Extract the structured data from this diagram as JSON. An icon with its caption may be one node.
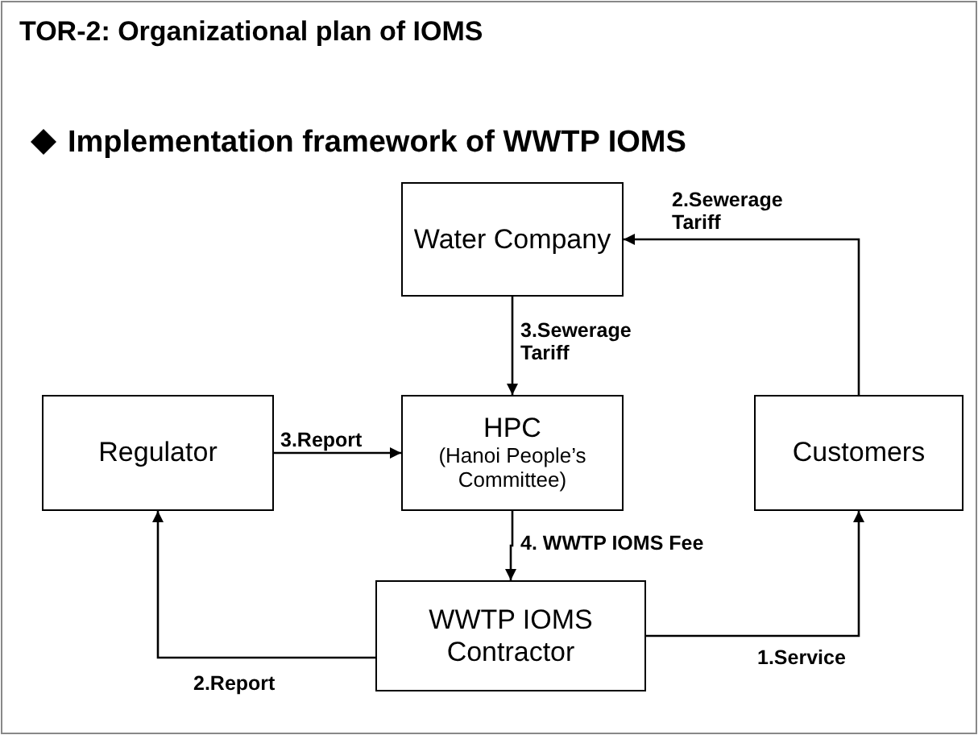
{
  "diagram": {
    "title": "TOR-2: Organizational plan of IOMS",
    "nodes": [
      {
        "text": [
          "Water Company"
        ]
      },
      {
        "text": [
          "HPC",
          "(Hanoi People’s Committee)"
        ]
      },
      {
        "text": [
          "Regulator"
        ]
      },
      {
        "text": [
          "Customers"
        ]
      },
      {
        "text": [
          "WWTP IOMS Contractor"
        ]
      }
    ],
    "edges": [
      {
        "from": 0,
        "to": 1,
        "arrow": "to",
        "label": "3.Sewerage Tariff"
      },
      {
        "from": 3,
        "to": 0,
        "arrow": "to",
        "label": "2.Sewerage Tariff"
      },
      {
        "from": 2,
        "to": 1,
        "arrow": "to",
        "label": "3.Report"
      },
      {
        "from": 1,
        "to": 4,
        "arrow": "to",
        "label": "4. WWTP IOMS Fee"
      },
      {
        "from": 4,
        "to": 3,
        "arrow": "to",
        "label": "1.Service"
      },
      {
        "from": 4,
        "to": 2,
        "arrow": "to",
        "label": "2.Report"
      }
    ],
    "labels": [
      "Implementation framework of WWTP IOMS"
    ]
  }
}
